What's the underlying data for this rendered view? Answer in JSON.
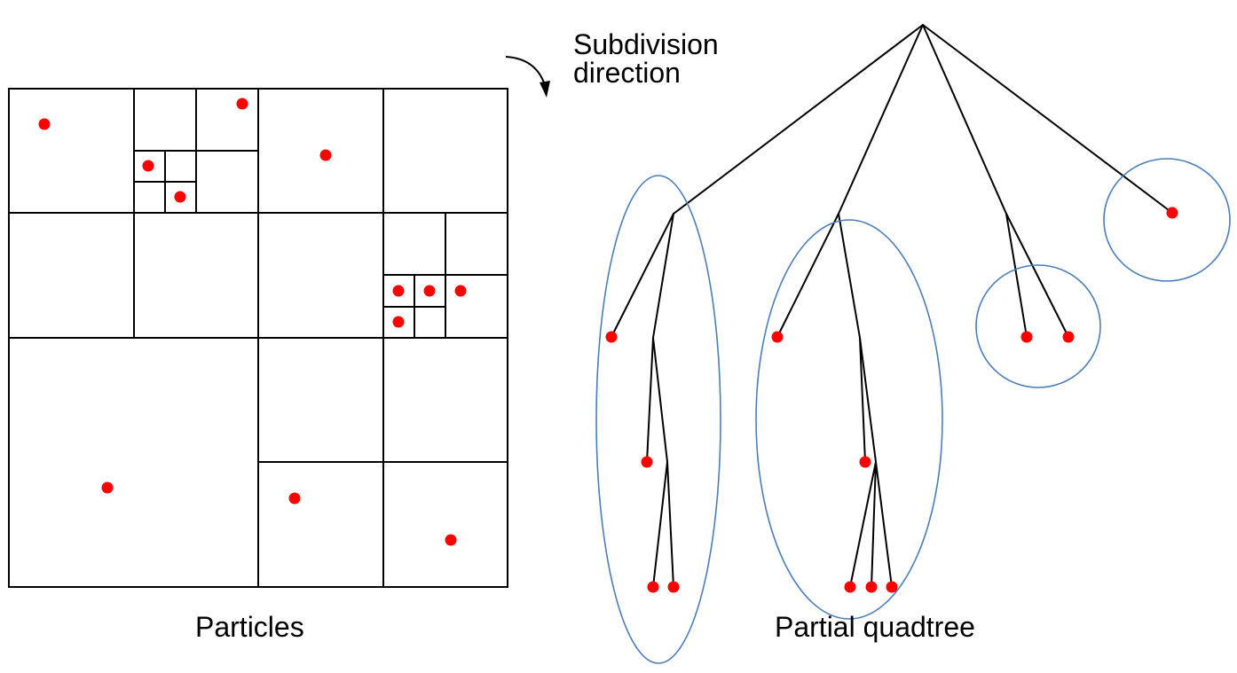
{
  "labels": {
    "particles": "Particles",
    "quadtree": "Partial quadtree",
    "direction": "Subdivision direction"
  },
  "colors": {
    "particle": "#ff0000",
    "grid_line": "#000000",
    "tree_line": "#000000",
    "group_outline": "#4a7ebb",
    "arrow": "#000000"
  }
}
